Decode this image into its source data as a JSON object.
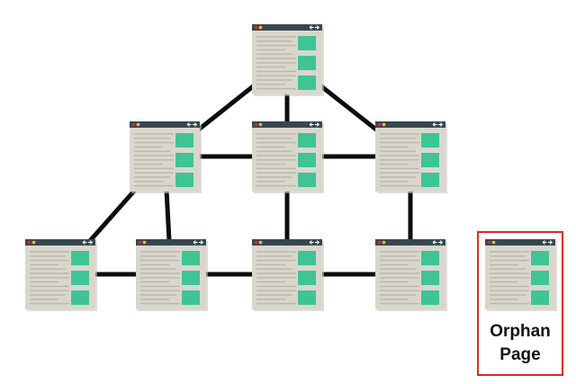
{
  "colors": {
    "edge": "#0d0d0d",
    "window_bg": "#d9d7cc",
    "title_bar": "#37474f",
    "dot_red": "#e0262d",
    "dot_yellow": "#f2c230",
    "content_line": "#b9b6aa",
    "block": "#3fc495",
    "orphan_border": "#e0262d"
  },
  "icons": {
    "window": "browser-window-icon",
    "nav": "back-forward-arrows-icon"
  },
  "pages": [
    {
      "id": "p1"
    },
    {
      "id": "p2"
    },
    {
      "id": "p3"
    },
    {
      "id": "p4"
    },
    {
      "id": "p5"
    },
    {
      "id": "p6"
    },
    {
      "id": "p7"
    },
    {
      "id": "p8"
    }
  ],
  "links": [
    [
      "p1",
      "p2"
    ],
    [
      "p1",
      "p3"
    ],
    [
      "p1",
      "p4"
    ],
    [
      "p2",
      "p3"
    ],
    [
      "p3",
      "p4"
    ],
    [
      "p2",
      "p5"
    ],
    [
      "p2",
      "p6"
    ],
    [
      "p3",
      "p7"
    ],
    [
      "p4",
      "p8"
    ],
    [
      "p5",
      "p6"
    ],
    [
      "p6",
      "p7"
    ],
    [
      "p7",
      "p8"
    ]
  ],
  "orphan": {
    "label": "Orphan\nPage"
  }
}
